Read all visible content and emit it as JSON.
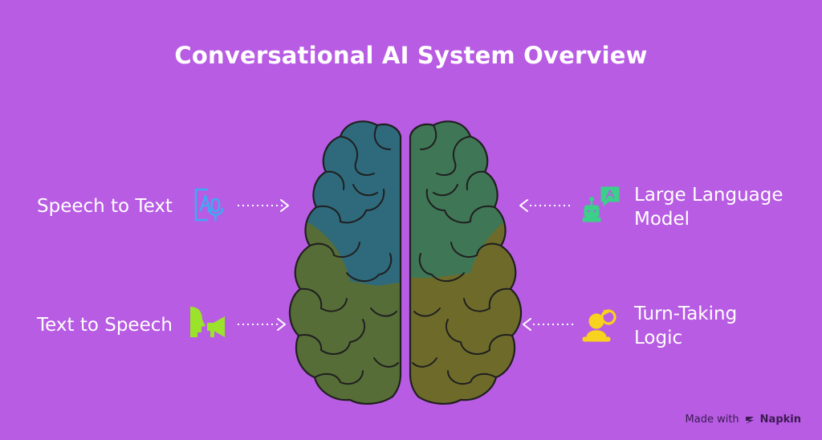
{
  "title": "Conversational AI System Overview",
  "components": [
    {
      "id": "stt",
      "label_lines": [
        "Speech to Text"
      ],
      "icon": "speech-to-text-icon",
      "color": "#3FA9F5",
      "side": "left"
    },
    {
      "id": "tts",
      "label_lines": [
        "Text to Speech"
      ],
      "icon": "megaphone-icon",
      "color": "#9BE22B",
      "side": "left"
    },
    {
      "id": "llm",
      "label_lines": [
        "Large Language",
        "Model"
      ],
      "icon": "robot-chat-icon",
      "color": "#3BCF8A",
      "side": "right"
    },
    {
      "id": "turn",
      "label_lines": [
        "Turn-Taking",
        "Logic"
      ],
      "icon": "turn-taking-icon",
      "color": "#F7D21E",
      "side": "right"
    }
  ],
  "brain_colors": {
    "left_top": "#2E6A7C",
    "left_bottom": "#566D37",
    "right_top": "#3F7656",
    "right_bottom": "#6E6B2A",
    "outline": "#1f1f1f"
  },
  "footer": {
    "made_with": "Made with",
    "brand": "Napkin"
  }
}
